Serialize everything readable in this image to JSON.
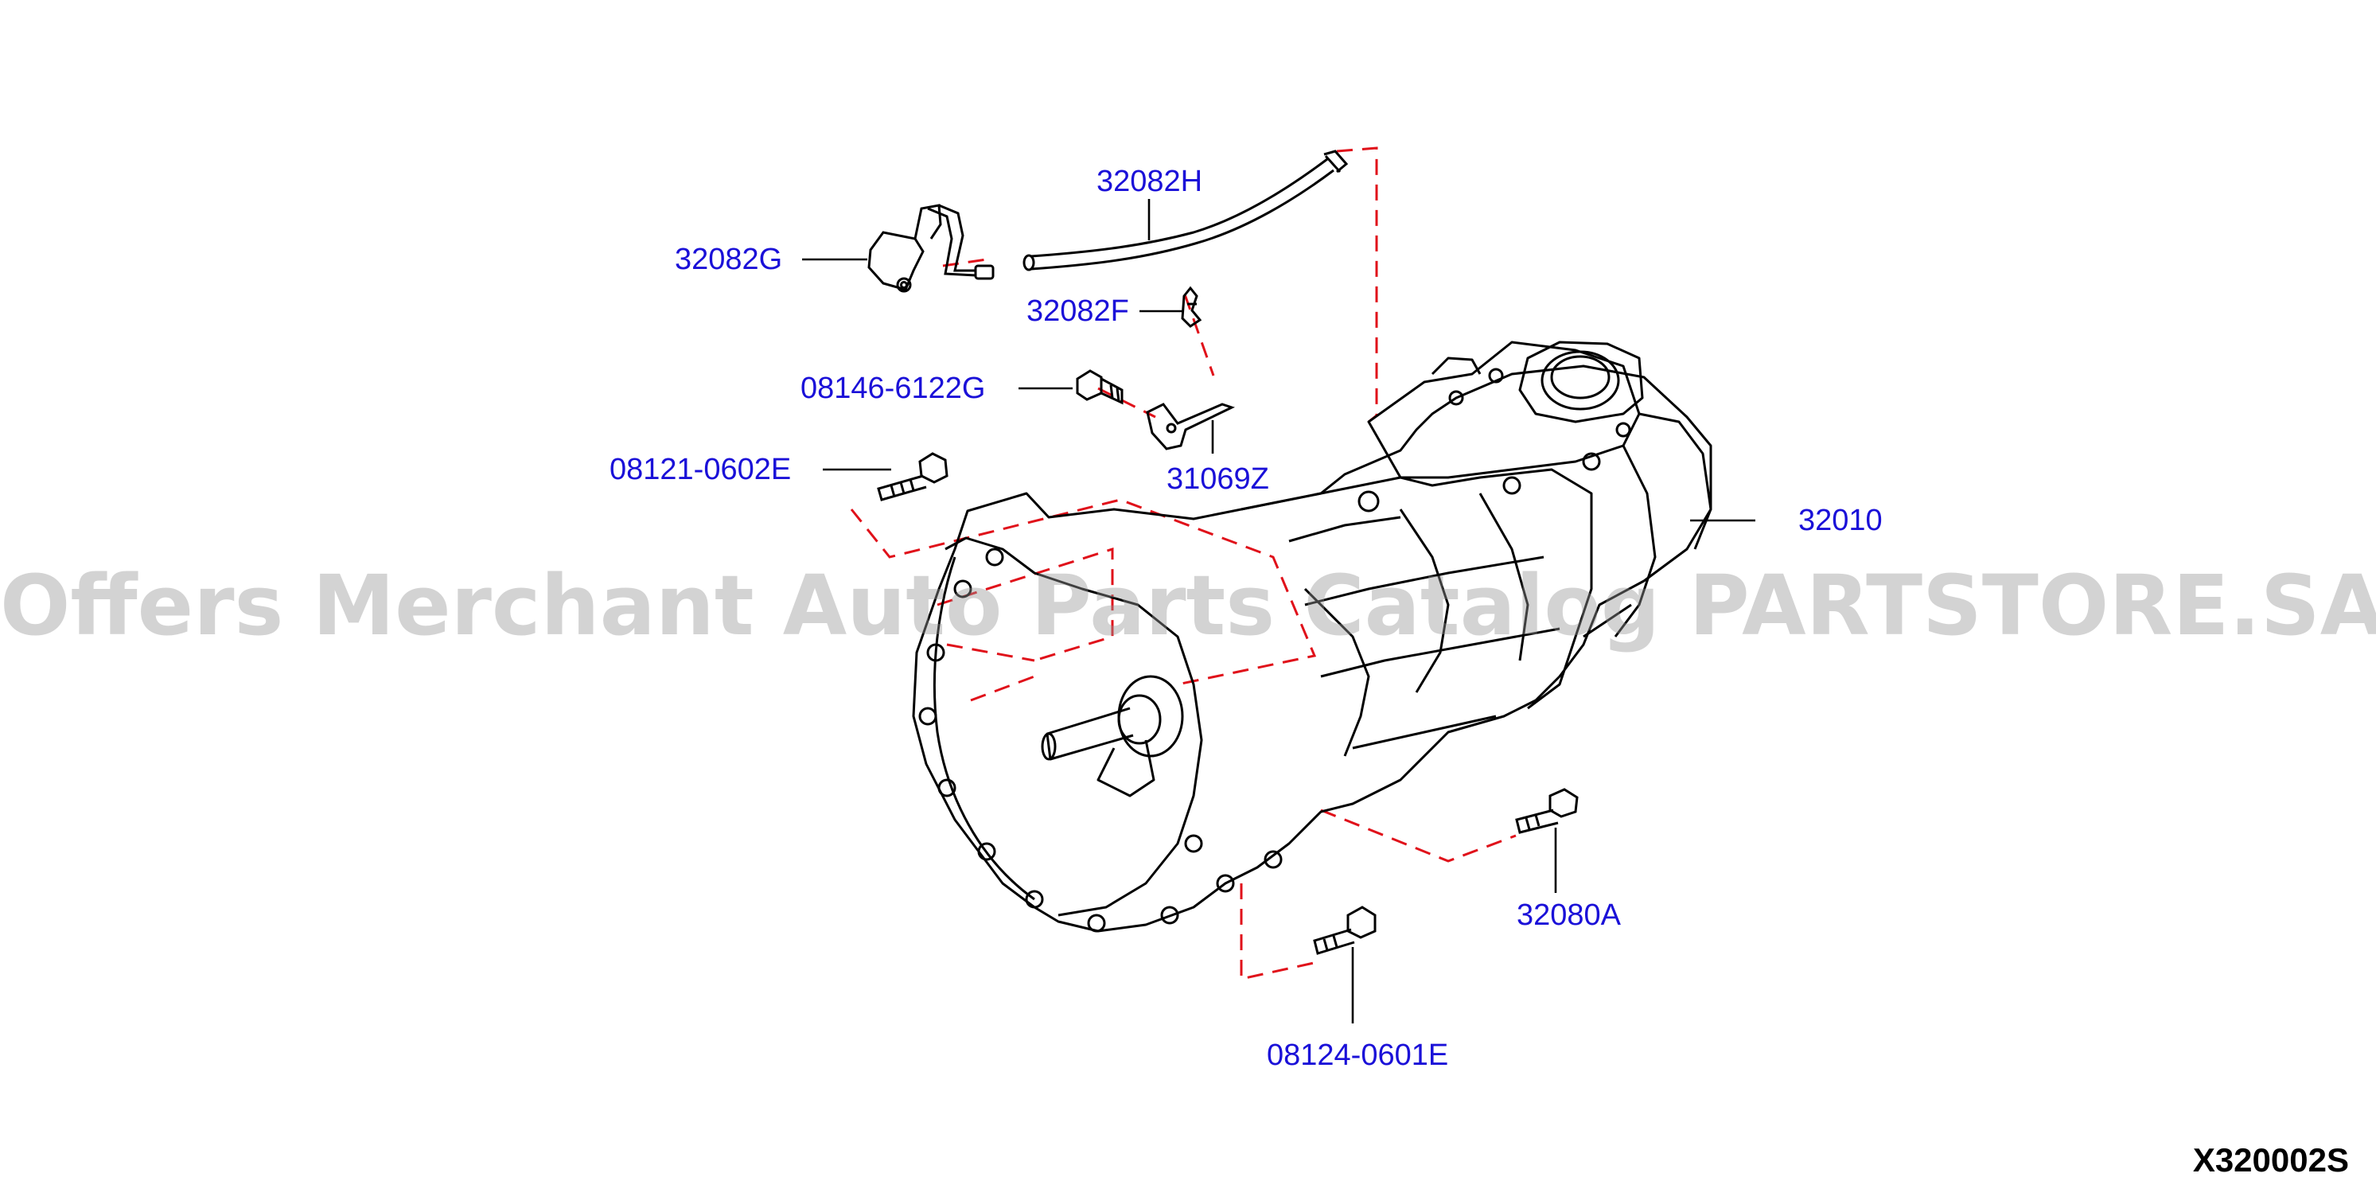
{
  "colors": {
    "callout": "#1a10d8",
    "leader": "#000000",
    "dashed": "#e0111a",
    "outline": "#000000",
    "watermark": "#969696"
  },
  "watermark": "Offers Merchant Auto Parts Catalog PARTSTORE.SA",
  "diagram_code": "X320002S",
  "callouts": {
    "c32082H": "32082H",
    "c32082G": "32082G",
    "c32082F": "32082F",
    "c08146": "08146-6122G",
    "c08121": "08121-0602E",
    "c31069Z": "31069Z",
    "c32010": "32010",
    "c32080A": "32080A",
    "c08124": "08124-0601E"
  }
}
